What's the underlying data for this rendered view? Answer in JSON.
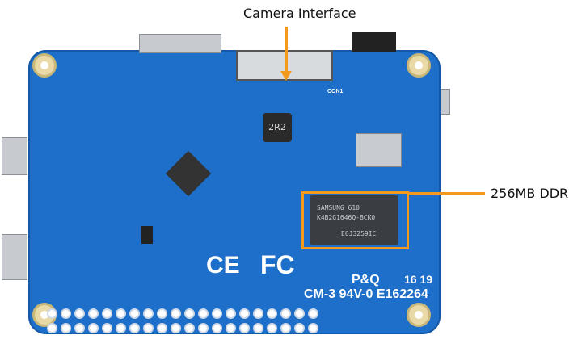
{
  "annotations": {
    "camera": "Camera Interface",
    "ddr": "256MB DDR"
  },
  "board": {
    "ddr_chip": {
      "line1": "SAMSUNG   610",
      "line2": "K4B2G1646Q-BCK0",
      "line3": "E6J3259IC"
    },
    "inductor": "2R2",
    "ce_mark": "CE",
    "fcc_mark": "FC",
    "vendor_mark": "P&Q",
    "date_code": "16 19",
    "ul_code": "CM-3 94V-0 E162264",
    "connector_label": "CON1"
  },
  "colors": {
    "board": "#1d6fc9",
    "annotation": "#f39a1e"
  }
}
